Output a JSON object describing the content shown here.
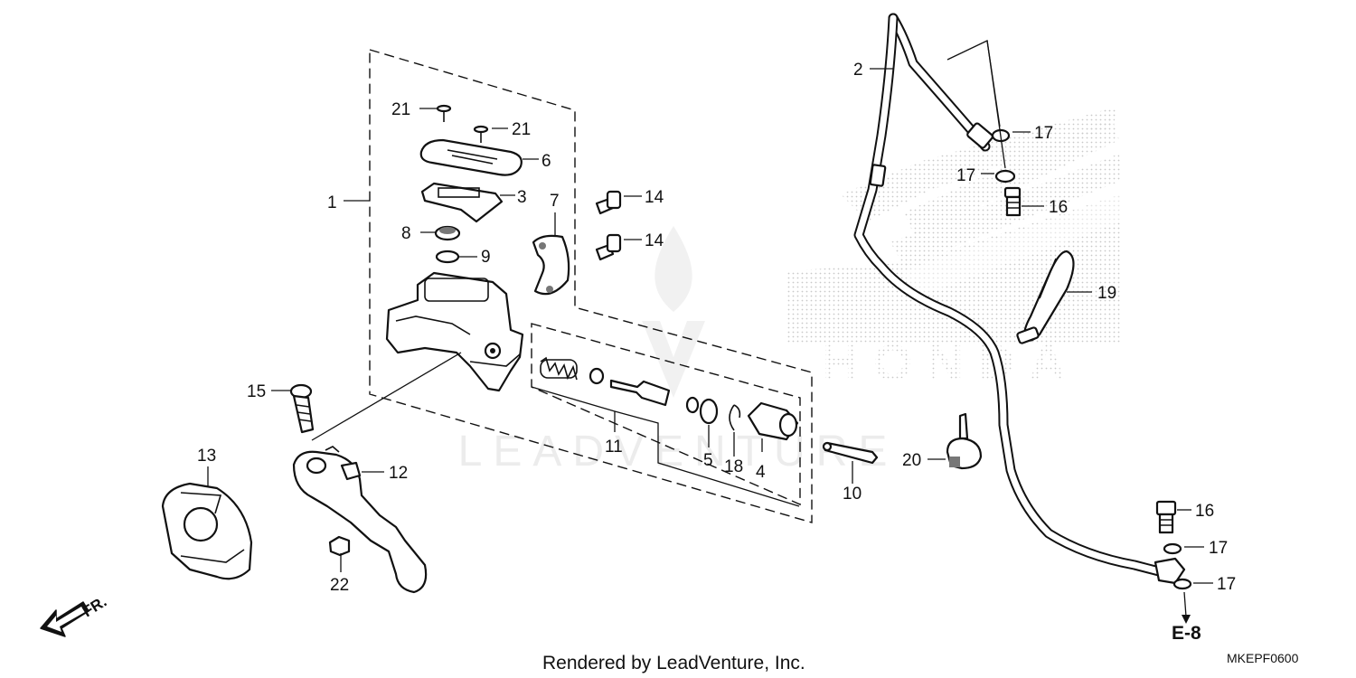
{
  "diagram": {
    "part_labels": {
      "p1": "1",
      "p2": "2",
      "p3": "3",
      "p4": "4",
      "p5": "5",
      "p6": "6",
      "p7": "7",
      "p8": "8",
      "p9": "9",
      "p10": "10",
      "p11": "11",
      "p12": "12",
      "p13": "13",
      "p14a": "14",
      "p14b": "14",
      "p15": "15",
      "p16a": "16",
      "p16b": "16",
      "p17a": "17",
      "p17b": "17",
      "p17c": "17",
      "p17d": "17",
      "p18": "18",
      "p19": "19",
      "p20": "20",
      "p21a": "21",
      "p21b": "21",
      "p22": "22"
    },
    "front_arrow": "FR.",
    "ref_code": "E-8",
    "drawing_code": "MKEPF0600",
    "watermark_brand": "HONDA",
    "watermark_text": "LEADVENTURE",
    "footer": "Rendered by LeadVenture, Inc."
  }
}
